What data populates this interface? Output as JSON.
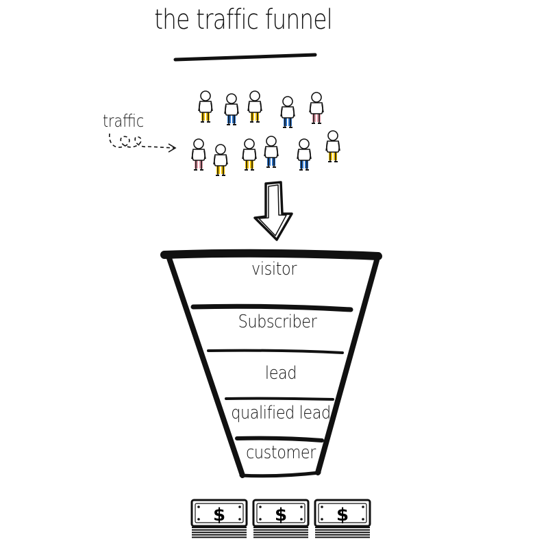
{
  "title": "the traffic funnel",
  "traffic_label": "traffic",
  "stages": [
    {
      "label": "visitor"
    },
    {
      "label": "Subscriber"
    },
    {
      "label": "lead"
    },
    {
      "label": "qualified lead"
    },
    {
      "label": "customer"
    }
  ],
  "people": [
    {
      "pants": "#f2c200"
    },
    {
      "pants": "#2a72c8"
    },
    {
      "pants": "#f2c200"
    },
    {
      "pants": "#2a72c8"
    },
    {
      "pants": "#e39aa8"
    },
    {
      "pants": "#e39aa8"
    },
    {
      "pants": "#f2c200"
    },
    {
      "pants": "#f2c200"
    },
    {
      "pants": "#2a72c8"
    },
    {
      "pants": "#2a72c8"
    },
    {
      "pants": "#f2c200"
    }
  ],
  "money_symbol": "$",
  "colors": {
    "ink": "#111111",
    "yellow": "#f2c200",
    "blue": "#2a72c8",
    "pink": "#e39aa8"
  },
  "icons": [
    "person-icon",
    "down-arrow-icon",
    "dollar-bill-icon"
  ]
}
